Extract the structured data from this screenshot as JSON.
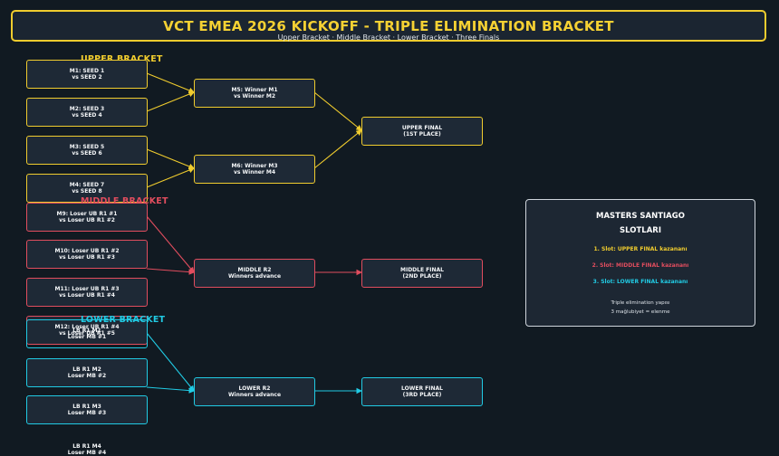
{
  "header": {
    "title": "VCT EMEA 2026 KICKOFF - TRIPLE ELIMINATION BRACKET",
    "subtitle": "Upper Bracket · Middle Bracket · Lower Bracket · Three Finals"
  },
  "colors": {
    "upper": "#f0cc2e",
    "middle": "#e14d5e",
    "lower": "#21cbe4",
    "background": "#111a22",
    "box_fill": "#1e2936"
  },
  "upper": {
    "label": "UPPER BRACKET",
    "r1": [
      {
        "line1": "M1: SEED 1",
        "line2": "vs SEED 2"
      },
      {
        "line1": "M2: SEED 3",
        "line2": "vs SEED 4"
      },
      {
        "line1": "M3: SEED 5",
        "line2": "vs SEED 6"
      },
      {
        "line1": "M4: SEED 7",
        "line2": "vs SEED 8"
      }
    ],
    "r2": [
      {
        "line1": "M5: Winner M1",
        "line2": "vs Winner M2"
      },
      {
        "line1": "M6: Winner M3",
        "line2": "vs Winner M4"
      }
    ],
    "final": {
      "line1": "UPPER FINAL",
      "line2": "(1ST PLACE)"
    }
  },
  "middle": {
    "label": "MIDDLE BRACKET",
    "r1": [
      {
        "line1": "M9: Loser UB R1 #1",
        "line2": "vs Loser UB R1 #2"
      },
      {
        "line1": "M10: Loser UB R1 #2",
        "line2": "vs Loser UB R1 #3"
      },
      {
        "line1": "M11: Loser UB R1 #3",
        "line2": "vs Loser UB R1 #4"
      },
      {
        "line1": "M12: Loser UB R1 #4",
        "line2": "vs Loser UB R1 #5"
      }
    ],
    "r2": {
      "line1": "MIDDLE R2",
      "line2": "Winners advance"
    },
    "final": {
      "line1": "MIDDLE FINAL",
      "line2": "(2ND PLACE)"
    }
  },
  "lower": {
    "label": "LOWER BRACKET",
    "r1": [
      {
        "line1": "LB R1 M1",
        "line2": "Loser MB #1"
      },
      {
        "line1": "LB R1 M2",
        "line2": "Loser MB #2"
      },
      {
        "line1": "LB R1 M3",
        "line2": "Loser MB #3"
      },
      {
        "line1": "LB R1 M4",
        "line2": "Loser MB #4"
      }
    ],
    "r2": {
      "line1": "LOWER R2",
      "line2": "Winners advance"
    },
    "final": {
      "line1": "LOWER FINAL",
      "line2": "(3RD PLACE)"
    }
  },
  "slots": {
    "title1": "MASTERS SANTIAGO",
    "title2": "SLOTLARI",
    "slot1": "1. Slot: UPPER FINAL kazananı",
    "slot2": "2. Slot: MIDDLE FINAL kazananı",
    "slot3": "3. Slot: LOWER FINAL kazananı",
    "note1": "Triple elimination yapısı",
    "note2": "3 mağlubiyet = elenme"
  }
}
